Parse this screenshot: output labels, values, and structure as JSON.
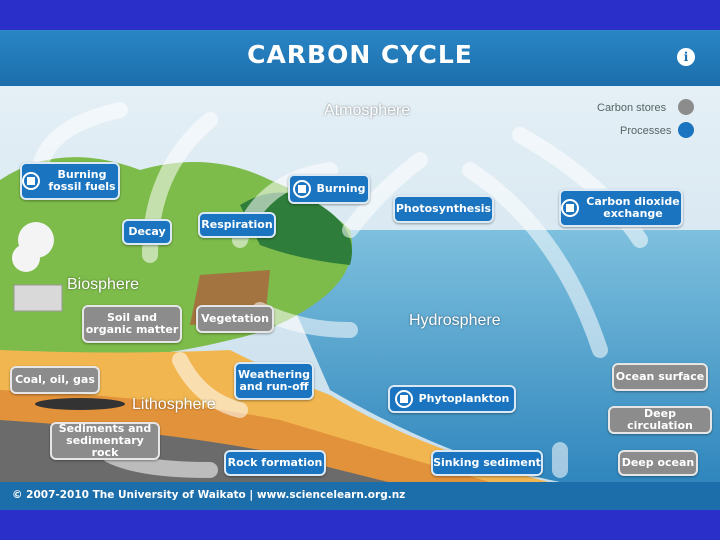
{
  "title": "CARBON CYCLE",
  "info_icon": "info-icon",
  "legend": {
    "stores": "Carbon stores",
    "processes": "Processes",
    "store_color": "#8c8c8c",
    "process_color": "#1a74c0"
  },
  "zones": {
    "atmosphere": "Atmosphere",
    "biosphere": "Biosphere",
    "hydrosphere": "Hydrosphere",
    "lithosphere": "Lithosphere"
  },
  "processes": {
    "burning_fossil_fuels": "Burning fossil fuels",
    "burning": "Burning",
    "photosynthesis": "Photosynthesis",
    "co2_exchange": "Carbon dioxide exchange",
    "decay": "Decay",
    "respiration": "Respiration",
    "weathering": "Weathering and run-off",
    "phytoplankton": "Phytoplankton",
    "rock_formation": "Rock formation",
    "sinking_sediment": "Sinking sediment"
  },
  "stores": {
    "soil": "Soil and organic matter",
    "vegetation": "Vegetation",
    "coal": "Coal, oil, gas",
    "sediments": "Sediments and sedimentary rock",
    "ocean_surface": "Ocean surface",
    "deep_circulation": "Deep circulation",
    "deep_ocean": "Deep ocean"
  },
  "footer": "© 2007-2010 The University of Waikato | www.sciencelearn.org.nz"
}
